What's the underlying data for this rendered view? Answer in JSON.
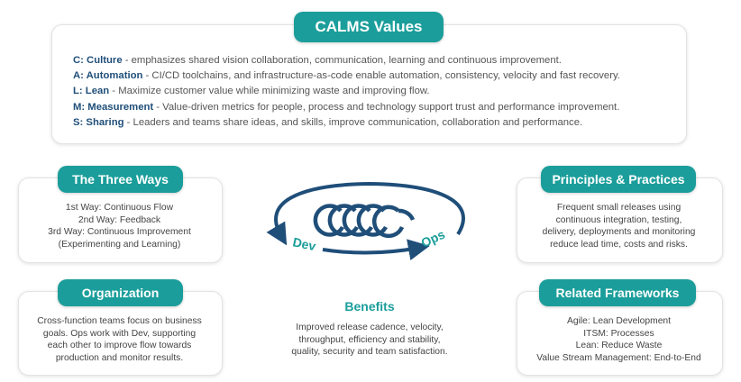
{
  "calms": {
    "title": "CALMS Values",
    "items": [
      {
        "key": "C: Culture",
        "text": " - emphasizes shared vision collaboration, communication, learning and continuous improvement."
      },
      {
        "key": "A: Automation",
        "text": " - CI/CD toolchains, and infrastructure-as-code enable automation, consistency, velocity and fast recovery."
      },
      {
        "key": "L: Lean",
        "text": " - Maximize customer value while minimizing waste and improving flow."
      },
      {
        "key": "M: Measurement",
        "text": " - Value-driven metrics for people, process and technology support trust and performance improvement."
      },
      {
        "key": "S: Sharing",
        "text": " - Leaders and teams share ideas, and skills, improve communication, collaboration and performance."
      }
    ]
  },
  "three_ways": {
    "title": "The Three Ways",
    "lines": [
      "1st Way: Continuous Flow",
      "2nd Way: Feedback",
      "3rd Way: Continuous Improvement",
      "(Experimenting and Learning)"
    ]
  },
  "organization": {
    "title": "Organization",
    "lines": [
      "Cross-function teams focus on business",
      "goals. Ops work with Dev, supporting",
      "each other to improve flow towards",
      "production and monitor results."
    ]
  },
  "principles": {
    "title": "Principles & Practices",
    "lines": [
      "Frequent small releases using",
      "continuous integration, testing,",
      "delivery, deployments and monitoring",
      "reduce lead time, costs and risks."
    ]
  },
  "frameworks": {
    "title": "Related Frameworks",
    "lines": [
      "Agile: Lean Development",
      "ITSM: Processes",
      "Lean: Reduce Waste",
      "Value Stream Management: End-to-End"
    ]
  },
  "benefits": {
    "title": "Benefits",
    "lines": [
      "Improved release cadence, velocity,",
      "throughput, efficiency and stability,",
      "quality, security and team satisfaction."
    ]
  },
  "diagram": {
    "dev_label": "Dev",
    "ops_label": "Ops"
  },
  "colors": {
    "teal": "#1b9e9b",
    "navy": "#1f4e79"
  }
}
